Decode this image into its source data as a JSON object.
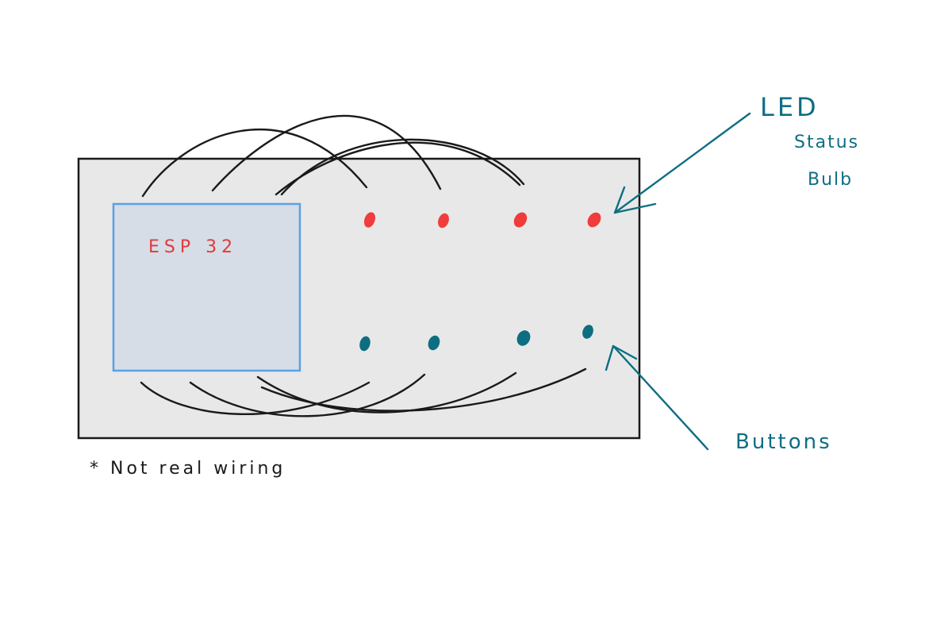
{
  "diagram": {
    "board_label": "ESP 32",
    "led_label": {
      "line1": "LED",
      "line2": "Status",
      "line3": "Bulb"
    },
    "buttons_label": "Buttons",
    "note": "* Not real wiring",
    "colors": {
      "board_fill": "#e8e8e8",
      "board_stroke": "#1a1a1a",
      "esp_fill": "#d6dde6",
      "esp_stroke": "#5aa0e6",
      "led": "#f03c3c",
      "button": "#0d6e82",
      "annotation": "#0d6e82",
      "wire": "#1a1a1a"
    }
  }
}
